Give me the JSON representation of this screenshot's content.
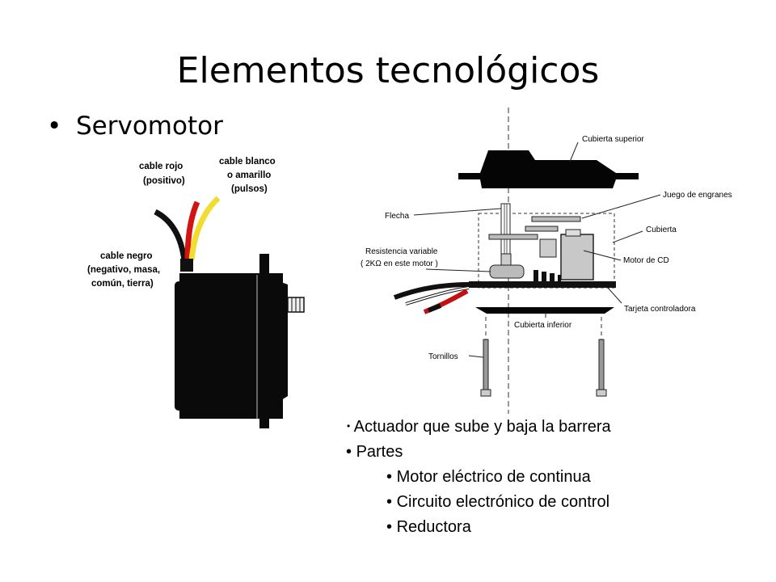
{
  "slide": {
    "title": "Elementos tecnológicos",
    "bullet": "Servomotor"
  },
  "left_figure": {
    "wire_colors": {
      "black": "#111111",
      "red": "#d41414",
      "yellow": "#f0dd30"
    },
    "labels": {
      "red_cable": [
        "cable rojo",
        "(positivo)"
      ],
      "white_cable": [
        "cable blanco",
        "o amarillo",
        "(pulsos)"
      ],
      "black_cable": [
        "cable negro",
        "(negativo, masa,",
        "común, tierra)"
      ]
    }
  },
  "right_figure": {
    "labels": {
      "top_cover": "Cubierta superior",
      "gears": "Juego de engranes",
      "shaft": "Flecha",
      "case": "Cubierta",
      "variable_resistor": "Resistencia variable",
      "resistor_note": "( 2KΩ  en este motor )",
      "dc_motor": "Motor de CD",
      "control_board": "Tarjeta controladora",
      "bottom_cover": "Cubierta inferior",
      "screws": "Tornillos"
    }
  },
  "notes": {
    "item1": "Actuador que sube y baja la barrera",
    "item2": "Partes",
    "sub1": "Motor eléctrico de continua",
    "sub2": "Circuito electrónico de control",
    "sub3": "Reductora"
  }
}
